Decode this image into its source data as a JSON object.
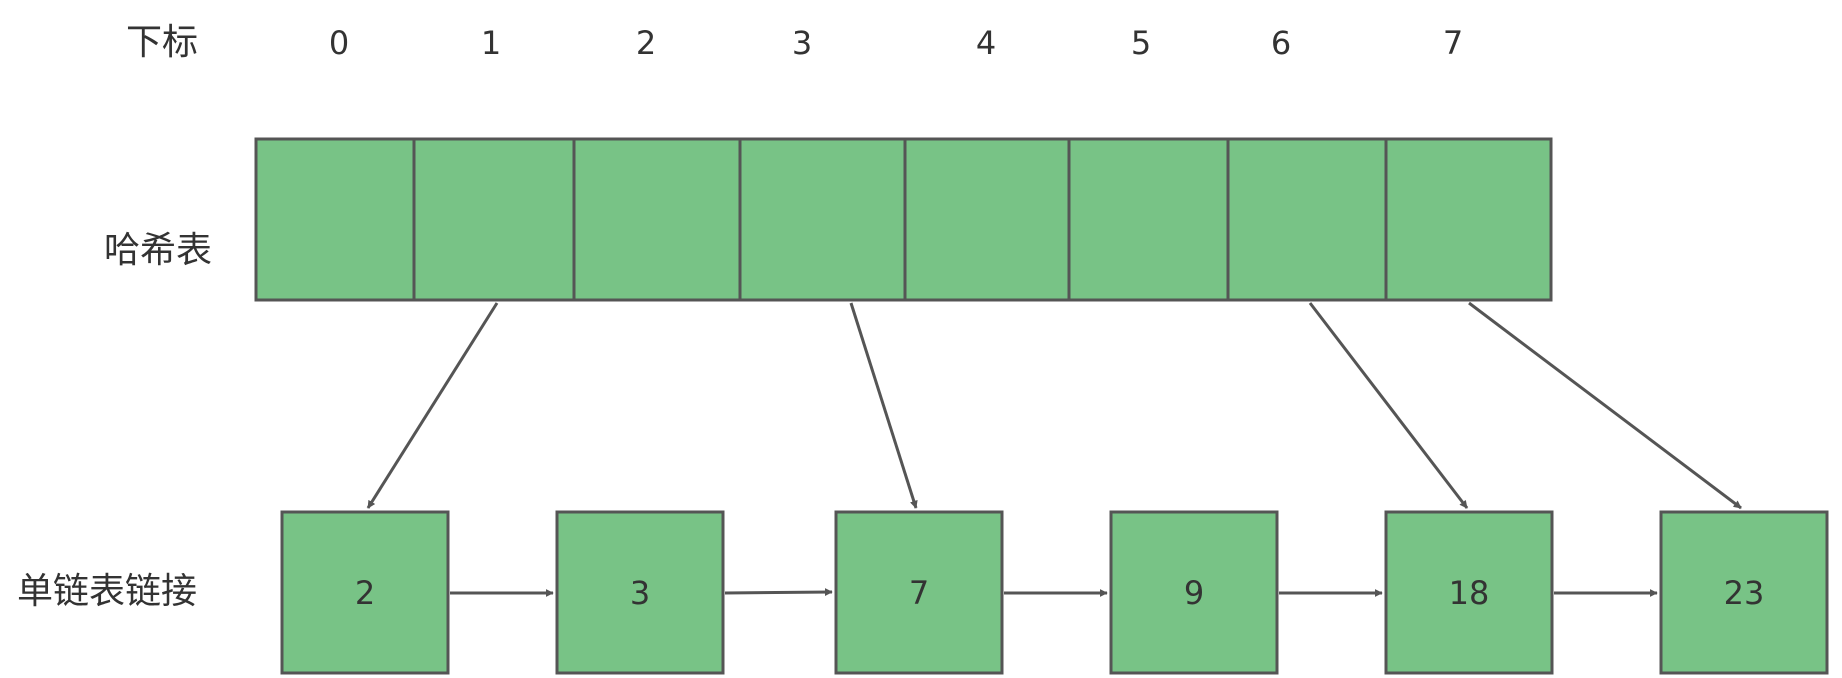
{
  "labels": {
    "index": "下标",
    "hash_table": "哈希表",
    "linked_list": "单链表链接"
  },
  "indices": [
    "0",
    "1",
    "2",
    "3",
    "4",
    "5",
    "6",
    "7"
  ],
  "list_nodes": [
    "2",
    "3",
    "7",
    "9",
    "18",
    "23"
  ],
  "colors": {
    "cell_fill": "#78c386",
    "stroke": "#555555",
    "text": "#333333"
  }
}
